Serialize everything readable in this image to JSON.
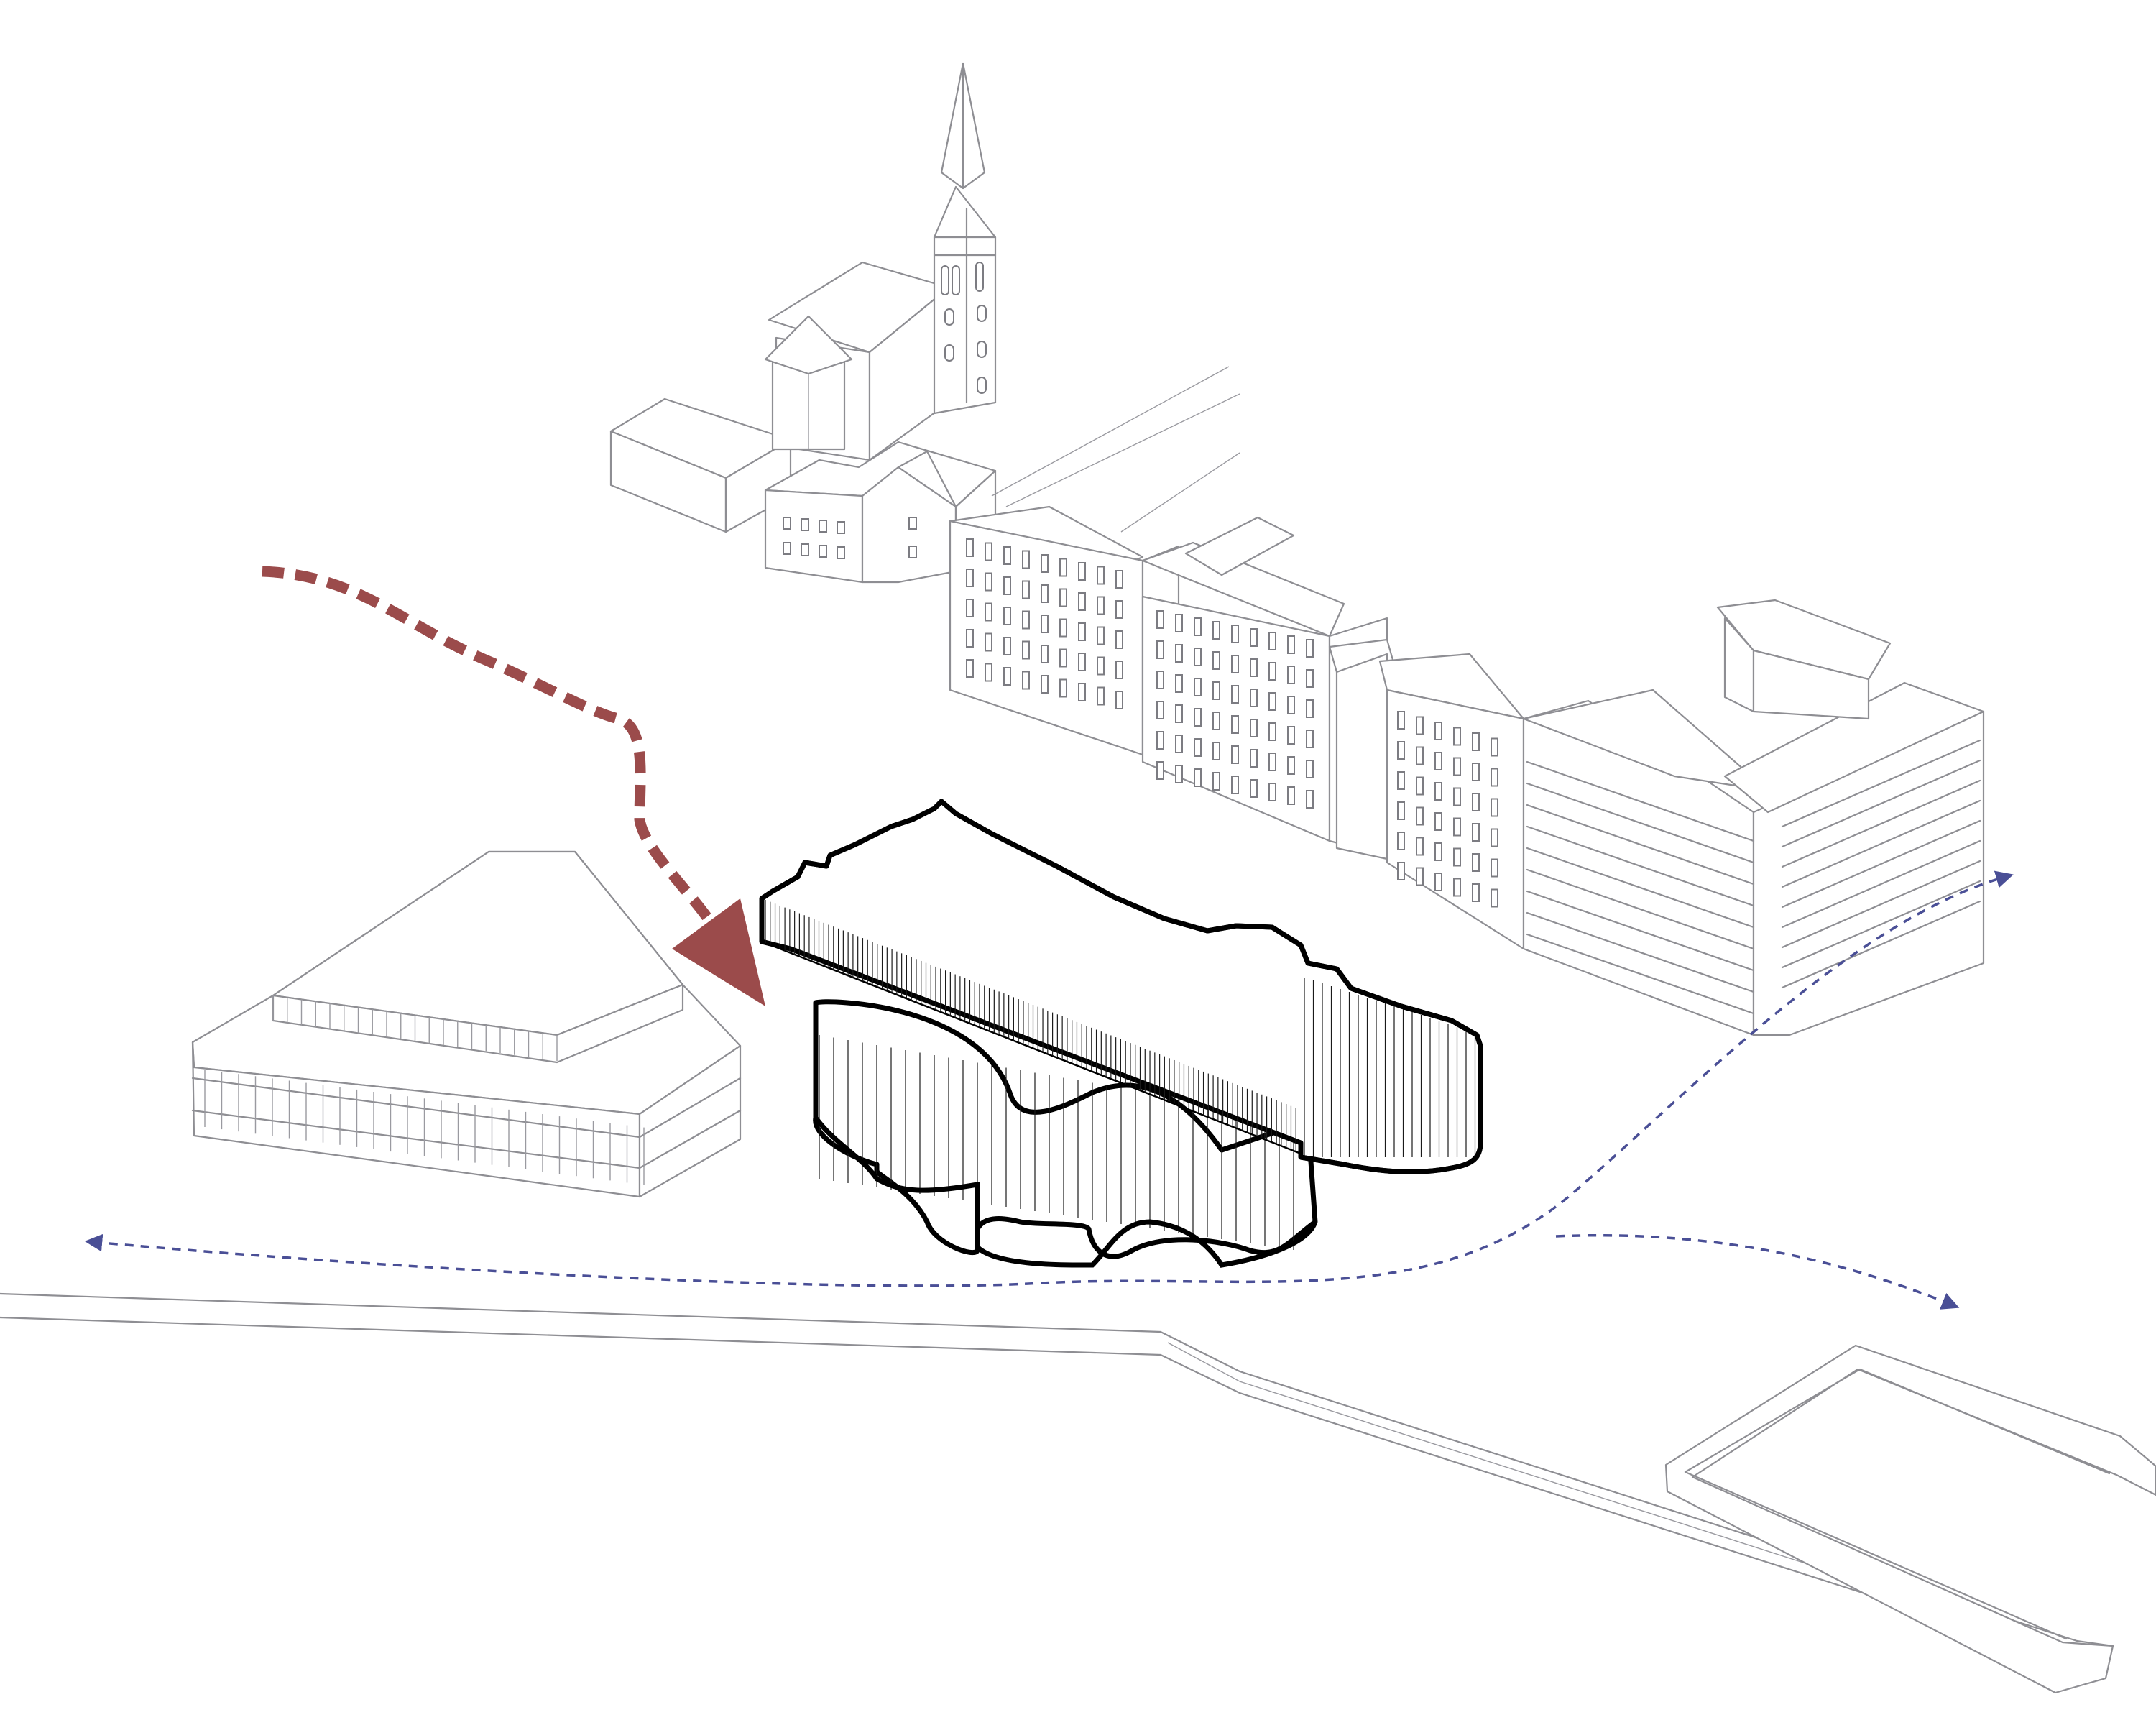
{
  "colors": {
    "background": "#ffffff",
    "context_line": "#8e8e93",
    "new_building_outline": "#000000",
    "approach_arrow": "#9b4b4b",
    "pedestrian_path": "#4a4f96"
  },
  "elements": {
    "approach_arrow": "dashed-red-arrow",
    "pedestrian_path": "dashed-blue-arrow",
    "new_building": "bold-outline-massing",
    "church": "church-with-spire",
    "street_block": "row-of-blocks",
    "pavilion": "polygonal-pavilion",
    "riverbank": "embankment-lines",
    "pool": "rectangular-basin"
  }
}
